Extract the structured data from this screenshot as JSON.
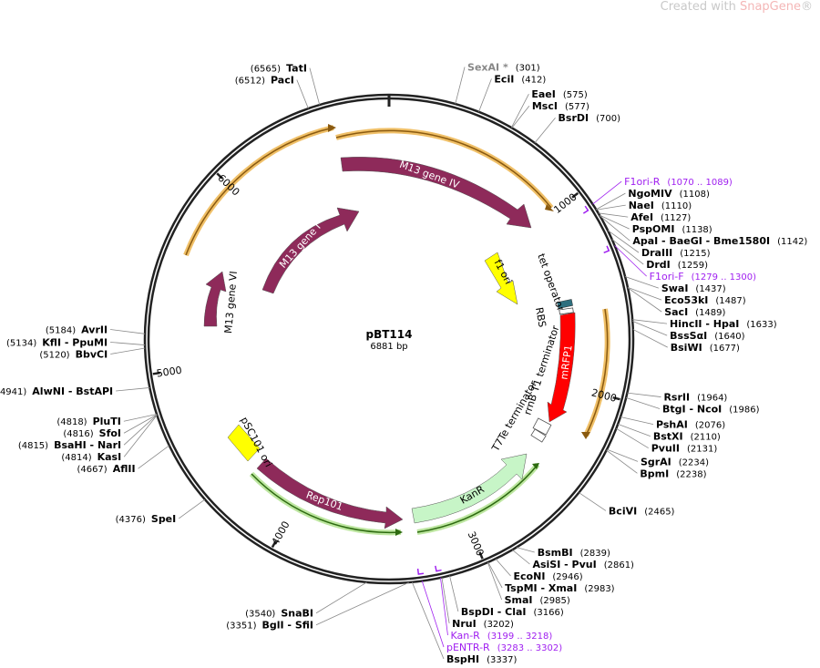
{
  "brand": {
    "prefix": "Created with ",
    "name": "SnapGene",
    "suffix": "®"
  },
  "plasmid": {
    "name": "pBT114",
    "length_label": "6881 bp",
    "length": 6881
  },
  "ticks": [
    {
      "bp": 1000,
      "label": "1000"
    },
    {
      "bp": 2000,
      "label": "2000"
    },
    {
      "bp": 3000,
      "label": "3000"
    },
    {
      "bp": 4000,
      "label": "4000"
    },
    {
      "bp": 5000,
      "label": "5000"
    },
    {
      "bp": 6000,
      "label": "6000"
    }
  ],
  "sites_right": [
    {
      "name": "SexAI *",
      "pos": "(301)",
      "bp": 301,
      "style": "gray"
    },
    {
      "name": "EciI",
      "pos": "(412)",
      "bp": 412
    },
    {
      "name": "EaeI",
      "pos": "(575)",
      "bp": 575
    },
    {
      "name": "MscI",
      "pos": "(577)",
      "bp": 577
    },
    {
      "name": "BsrDI",
      "pos": "(700)",
      "bp": 700
    },
    {
      "name": "F1ori-R",
      "pos": "(1070 .. 1089)",
      "bp": 1080,
      "style": "primer"
    },
    {
      "name": "NgoMIV",
      "pos": "(1108)",
      "bp": 1108
    },
    {
      "name": "NaeI",
      "pos": "(1110)",
      "bp": 1110
    },
    {
      "name": "AfeI",
      "pos": "(1127)",
      "bp": 1127
    },
    {
      "name": "PspOMI",
      "pos": "(1138)",
      "bp": 1138
    },
    {
      "name": "ApaI - BaeGI - Bme1580I",
      "pos": "(1142)",
      "bp": 1142
    },
    {
      "name": "DraIII",
      "pos": "(1215)",
      "bp": 1215
    },
    {
      "name": "DrdI",
      "pos": "(1259)",
      "bp": 1259
    },
    {
      "name": "F1ori-F",
      "pos": "(1279 .. 1300)",
      "bp": 1290,
      "style": "primer"
    },
    {
      "name": "SwaI",
      "pos": "(1437)",
      "bp": 1437
    },
    {
      "name": "Eco53kI",
      "pos": "(1487)",
      "bp": 1487
    },
    {
      "name": "SacI",
      "pos": "(1489)",
      "bp": 1489
    },
    {
      "name": "HincII - HpaI",
      "pos": "(1633)",
      "bp": 1633
    },
    {
      "name": "BssSαI",
      "pos": "(1640)",
      "bp": 1640
    },
    {
      "name": "BsiWI",
      "pos": "(1677)",
      "bp": 1677
    },
    {
      "name": "RsrII",
      "pos": "(1964)",
      "bp": 1964
    },
    {
      "name": "BtgI - NcoI",
      "pos": "(1986)",
      "bp": 1986
    },
    {
      "name": "PshAI",
      "pos": "(2076)",
      "bp": 2076
    },
    {
      "name": "BstXI",
      "pos": "(2110)",
      "bp": 2110
    },
    {
      "name": "PvuII",
      "pos": "(2131)",
      "bp": 2131
    },
    {
      "name": "SgrAI",
      "pos": "(2234)",
      "bp": 2234
    },
    {
      "name": "BpmI",
      "pos": "(2238)",
      "bp": 2238
    },
    {
      "name": "BciVI",
      "pos": "(2465)",
      "bp": 2465
    },
    {
      "name": "BsmBI",
      "pos": "(2839)",
      "bp": 2839
    },
    {
      "name": "AsiSI - PvuI",
      "pos": "(2861)",
      "bp": 2861
    },
    {
      "name": "EcoNI",
      "pos": "(2946)",
      "bp": 2946
    },
    {
      "name": "TspMI - XmaI",
      "pos": "(2983)",
      "bp": 2983
    },
    {
      "name": "SmaI",
      "pos": "(2985)",
      "bp": 2985
    },
    {
      "name": "BspDI - ClaI",
      "pos": "(3166)",
      "bp": 3166
    },
    {
      "name": "Kan-R",
      "pos": "(3199 .. 3218)",
      "bp": 3208,
      "style": "primer"
    },
    {
      "name": "NruI",
      "pos": "(3202)",
      "bp": 3202
    },
    {
      "name": "pENTR-R",
      "pos": "(3283 .. 3302)",
      "bp": 3292,
      "style": "primer"
    },
    {
      "name": "BspHI",
      "pos": "(3337)",
      "bp": 3337
    }
  ],
  "sites_left": [
    {
      "name": "TatI",
      "pos": "(6565)",
      "bp": 6565
    },
    {
      "name": "PacI",
      "pos": "(6512)",
      "bp": 6512
    },
    {
      "name": "AvrII",
      "pos": "(5184)",
      "bp": 5184
    },
    {
      "name": "KflI - PpuMI",
      "pos": "(5134)",
      "bp": 5134
    },
    {
      "name": "BbvCI",
      "pos": "(5120)",
      "bp": 5120
    },
    {
      "name": "AlwNI - BstAPI",
      "pos": "(4941)",
      "bp": 4941
    },
    {
      "name": "PluTI",
      "pos": "(4818)",
      "bp": 4818
    },
    {
      "name": "SfoI",
      "pos": "(4816)",
      "bp": 4816
    },
    {
      "name": "BsaHI - NarI",
      "pos": "(4815)",
      "bp": 4815
    },
    {
      "name": "KasI",
      "pos": "(4814)",
      "bp": 4814
    },
    {
      "name": "AflII",
      "pos": "(4667)",
      "bp": 4667
    },
    {
      "name": "SpeI",
      "pos": "(4376)",
      "bp": 4376
    },
    {
      "name": "SnaBI",
      "pos": "(3540)",
      "bp": 3540
    },
    {
      "name": "BglI - SfiI",
      "pos": "(3351)",
      "bp": 3351
    }
  ],
  "features": [
    {
      "name": "M13 gene IV",
      "color": "#8e2a5a"
    },
    {
      "name": "M13 gene I",
      "color": "#8e2a5a"
    },
    {
      "name": "M13 gene VI",
      "color": "#8e2a5a"
    },
    {
      "name": "f1 ori",
      "color": "#ffff00"
    },
    {
      "name": "tet operator",
      "color": "#2e6f7e"
    },
    {
      "name": "RBS",
      "color": "#ffffff"
    },
    {
      "name": "mRFP1",
      "color": "#ff0000"
    },
    {
      "name": "rrnB T1 terminator",
      "color": "#ffffff"
    },
    {
      "name": "T7Te terminator",
      "color": "#ffffff"
    },
    {
      "name": "KanR",
      "color": "#c7f5c7"
    },
    {
      "name": "Rep101",
      "color": "#8e2a5a"
    },
    {
      "name": "pSC101 ori",
      "color": "#ffff00"
    }
  ]
}
